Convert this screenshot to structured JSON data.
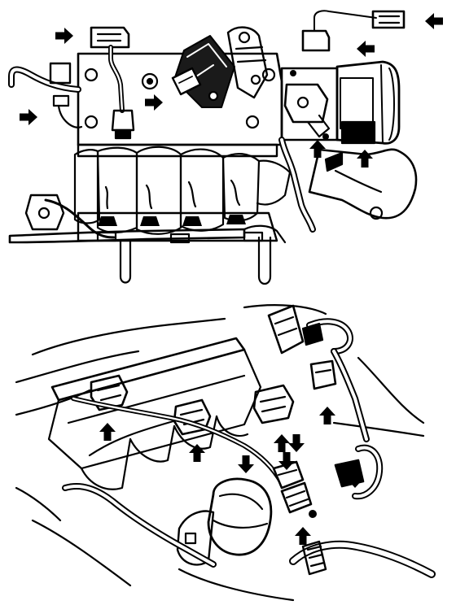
{
  "figure": {
    "background": "#ffffff",
    "ink": "#000000",
    "panels": [
      {
        "id": "intake-manifold-view",
        "arrows": [
          {
            "name": "arrow-sensor-connector",
            "dir": "left"
          },
          {
            "name": "arrow-top-left-connector",
            "dir": "right"
          },
          {
            "name": "arrow-idle-air-control",
            "dir": "right"
          },
          {
            "name": "arrow-left-hose",
            "dir": "right"
          },
          {
            "name": "arrow-throttle-connector",
            "dir": "left"
          },
          {
            "name": "arrow-throttle-position-sensor",
            "dir": "up"
          },
          {
            "name": "arrow-throttle-body-hose",
            "dir": "up"
          }
        ]
      },
      {
        "id": "engine-harness-view",
        "arrows": [
          {
            "name": "arrow-injector-connector-1",
            "dir": "up"
          },
          {
            "name": "arrow-injector-connector-2",
            "dir": "up"
          },
          {
            "name": "arrow-coolant-hose-connector",
            "dir": "up"
          },
          {
            "name": "arrow-harness-clamp",
            "dir": "up"
          },
          {
            "name": "arrow-sensor-plug-center",
            "dir": "down"
          },
          {
            "name": "arrow-distributor-connector",
            "dir": "down"
          },
          {
            "name": "arrow-ground-connector",
            "dir": "down"
          },
          {
            "name": "arrow-right-hose-connector",
            "dir": "down"
          },
          {
            "name": "arrow-lower-hose-connector",
            "dir": "up"
          }
        ]
      }
    ]
  }
}
